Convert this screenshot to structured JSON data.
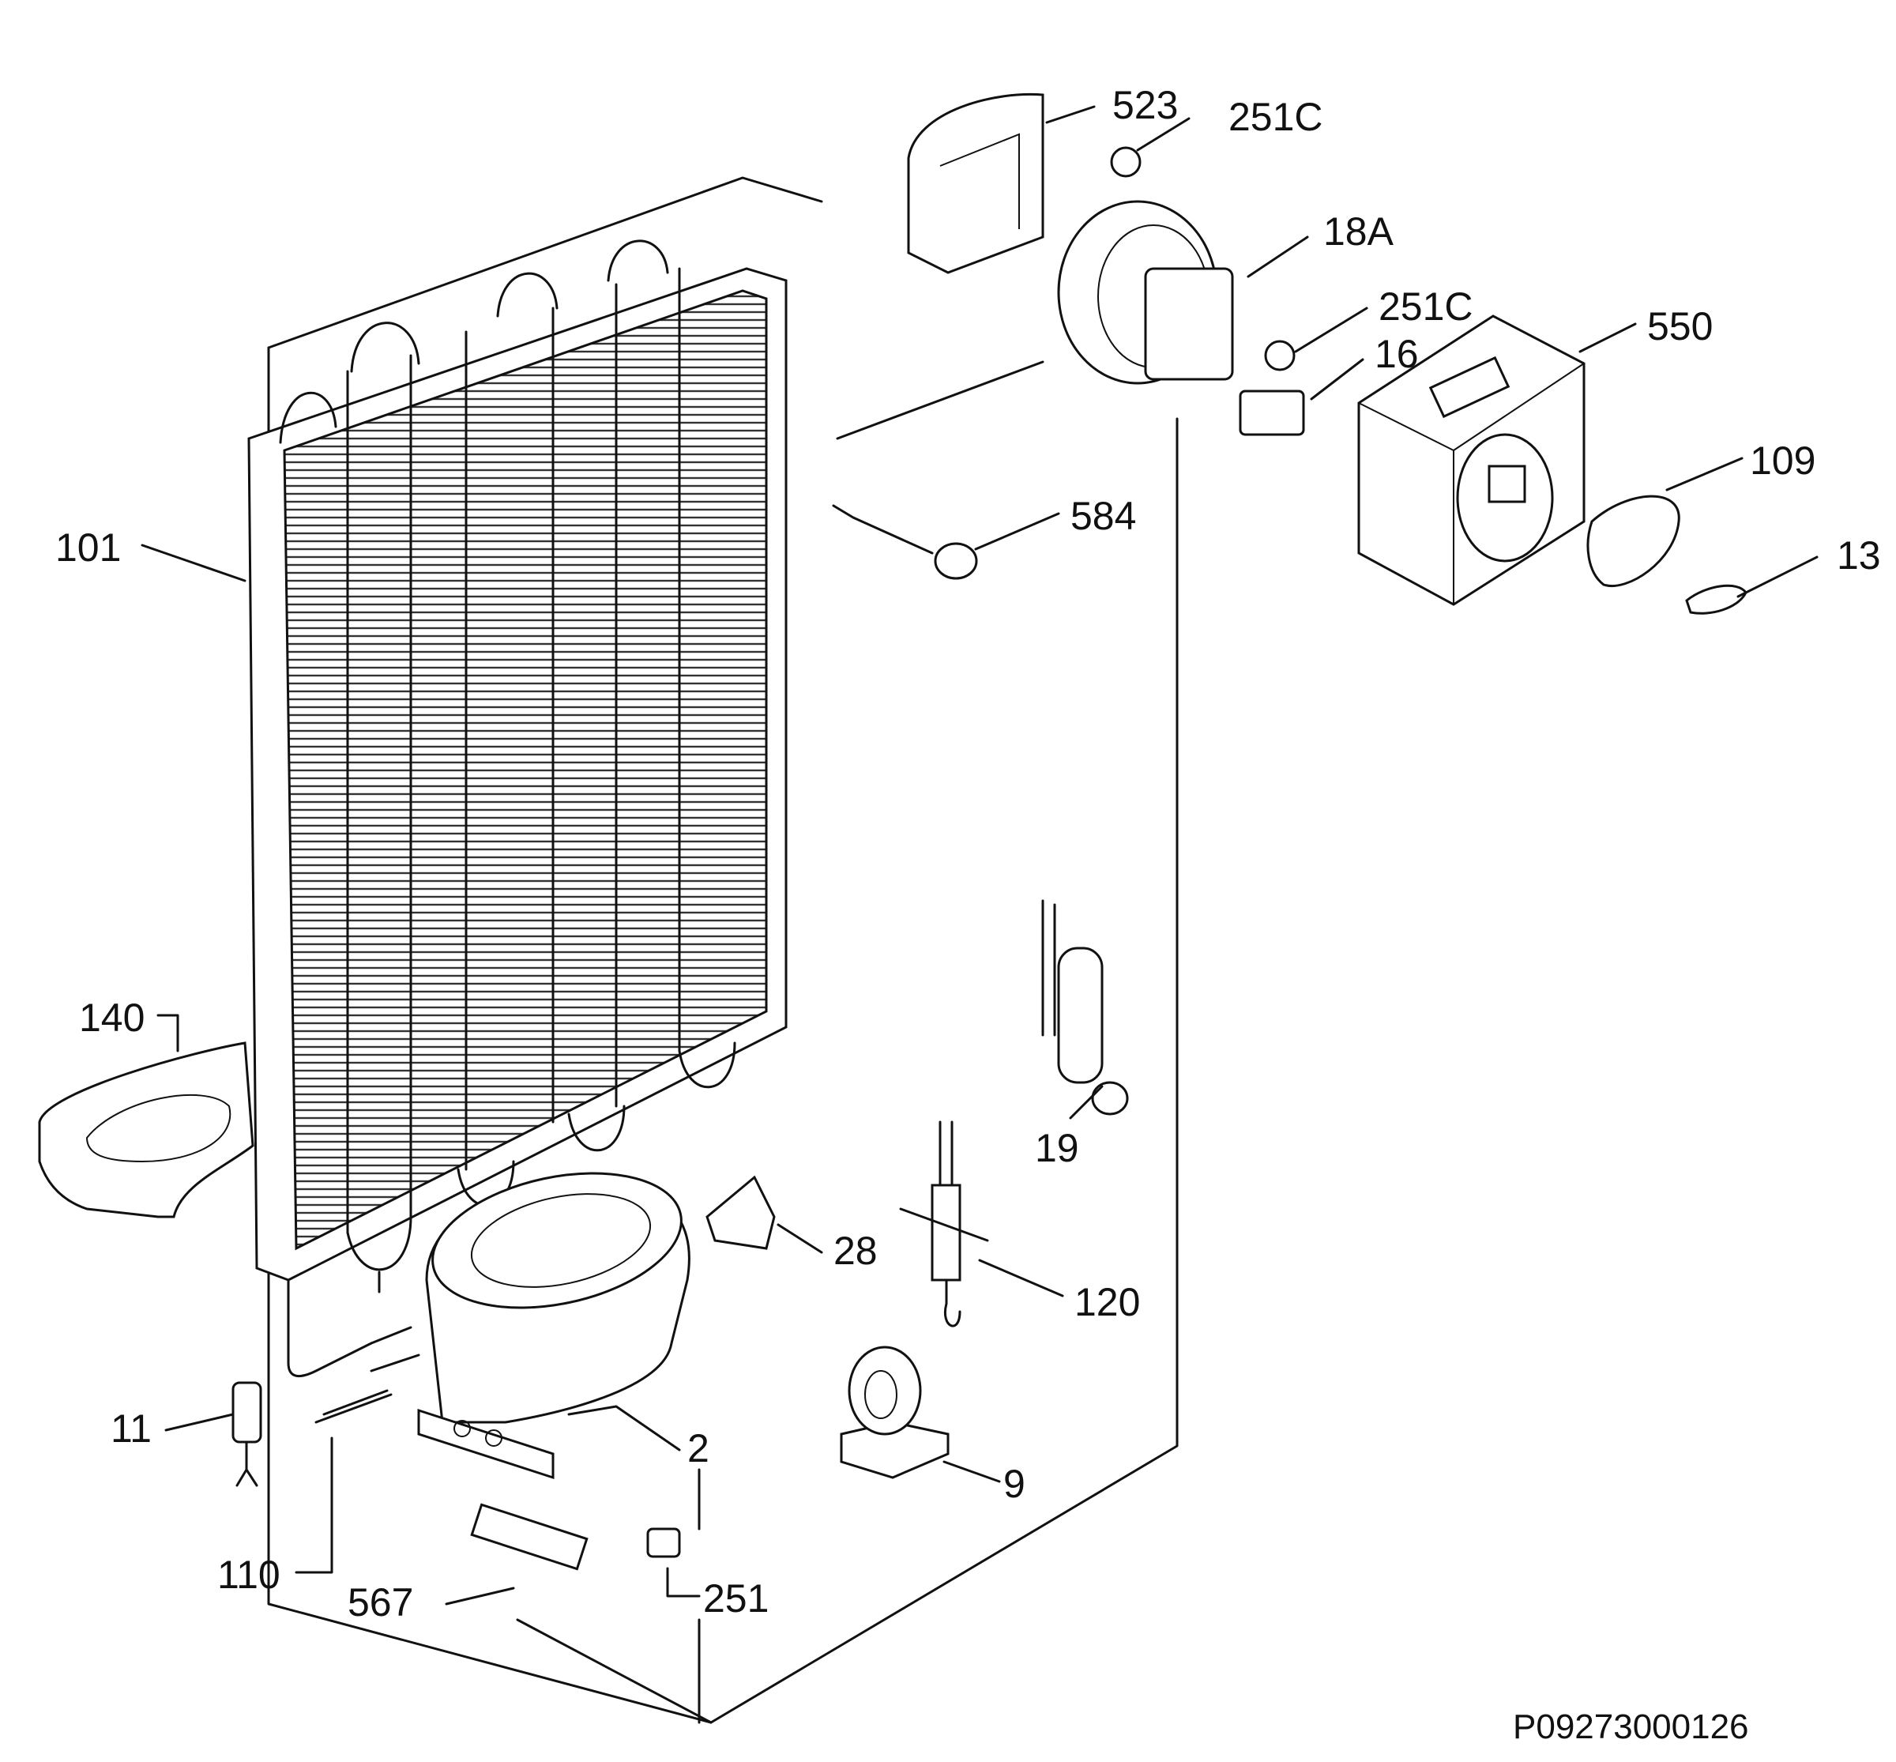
{
  "labels": [
    "523",
    "251C",
    "18A",
    "251C",
    "16",
    "550",
    "109",
    "13",
    "584",
    "101",
    "140",
    "19",
    "28",
    "120",
    "2",
    "9",
    "11",
    "110",
    "567",
    "251"
  ],
  "diagram_code": "P09273000126"
}
